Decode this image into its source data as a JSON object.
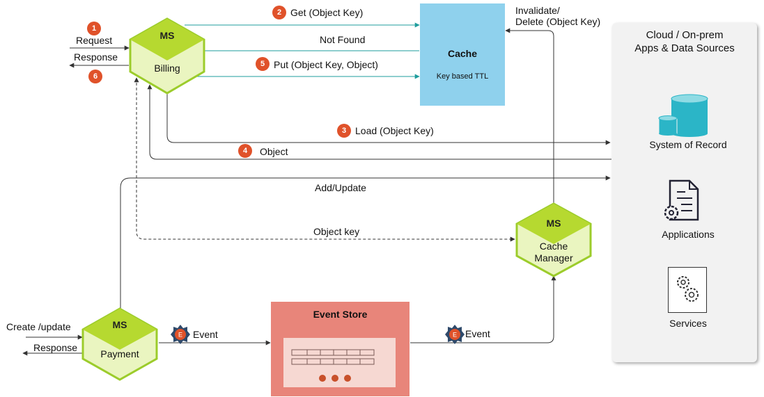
{
  "billing": {
    "ms": "MS",
    "name": "Billing"
  },
  "payment": {
    "ms": "MS",
    "name": "Payment"
  },
  "cache_manager": {
    "ms": "MS",
    "name": "Cache\nManager"
  },
  "cache": {
    "title": "Cache",
    "ttl": "Key based TTL"
  },
  "event_store": {
    "title": "Event Store"
  },
  "cloud": {
    "title_line1": "Cloud / On-prem",
    "title_line2": "Apps & Data Sources",
    "system_of_record": "System of Record",
    "applications": "Applications",
    "services": "Services"
  },
  "steps": {
    "s1": "1",
    "s2": "2",
    "s3": "3",
    "s4": "4",
    "s5": "5",
    "s6": "6"
  },
  "labels": {
    "request": "Request",
    "response_billing": "Response",
    "get": "Get (Object Key)",
    "not_found": "Not Found",
    "put": "Put (Object Key, Object)",
    "load": "Load (Object Key)",
    "object": "Object",
    "add_update": "Add/Update",
    "object_key": "Object key",
    "invalidate_line1": "Invalidate/",
    "invalidate_line2": "Delete (Object Key)",
    "create_update": "Create /update",
    "response_payment": "Response",
    "event_left": "Event",
    "event_right": "Event",
    "event_badge": "E"
  },
  "colors": {
    "hex_fill": "#eaf5c0",
    "hex_border": "#9ccc2b",
    "hex_top": "#b6d930",
    "cache": "#8fd1ed",
    "teal_arrow": "#1e9c9c",
    "step_badge": "#e0522a",
    "event_store": "#e8857a",
    "db": "#2bb5c7"
  }
}
